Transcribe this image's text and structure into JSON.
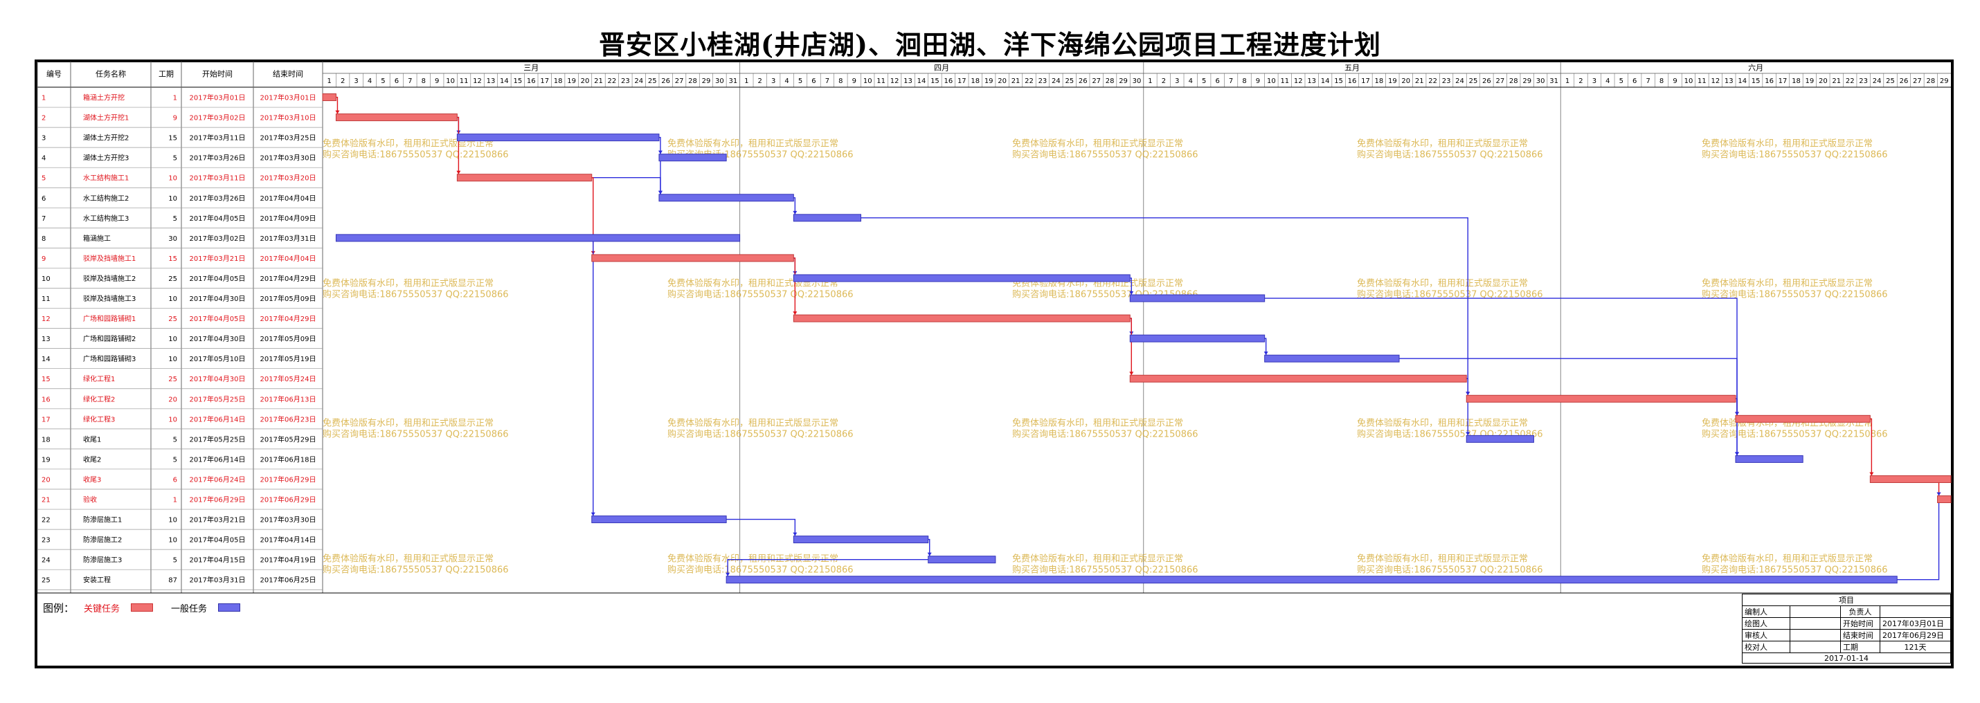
{
  "title": "晋安区小桂湖(井店湖)、洄田湖、洋下海绵公园项目工程进度计划",
  "headers": {
    "id": "编号",
    "name": "任务名称",
    "duration": "工期",
    "start": "开始时间",
    "end": "结束时间"
  },
  "months": [
    {
      "label": "三月",
      "days": 31
    },
    {
      "label": "四月",
      "days": 30
    },
    {
      "label": "五月",
      "days": 31
    },
    {
      "label": "六月",
      "days": 29
    }
  ],
  "tasks": [
    {
      "id": "1",
      "name": "箱涵土方开挖",
      "duration": "1",
      "start": "2017年03月01日",
      "end": "2017年03月01日",
      "s": 1,
      "d": 1,
      "critical": true
    },
    {
      "id": "2",
      "name": "湖体土方开挖1",
      "duration": "9",
      "start": "2017年03月02日",
      "end": "2017年03月10日",
      "s": 2,
      "d": 9,
      "critical": true
    },
    {
      "id": "3",
      "name": "湖体土方开挖2",
      "duration": "15",
      "start": "2017年03月11日",
      "end": "2017年03月25日",
      "s": 11,
      "d": 15,
      "critical": false
    },
    {
      "id": "4",
      "name": "湖体土方开挖3",
      "duration": "5",
      "start": "2017年03月26日",
      "end": "2017年03月30日",
      "s": 26,
      "d": 5,
      "critical": false
    },
    {
      "id": "5",
      "name": "水工结构施工1",
      "duration": "10",
      "start": "2017年03月11日",
      "end": "2017年03月20日",
      "s": 11,
      "d": 10,
      "critical": true
    },
    {
      "id": "6",
      "name": "水工结构施工2",
      "duration": "10",
      "start": "2017年03月26日",
      "end": "2017年04月04日",
      "s": 26,
      "d": 10,
      "critical": false
    },
    {
      "id": "7",
      "name": "水工结构施工3",
      "duration": "5",
      "start": "2017年04月05日",
      "end": "2017年04月09日",
      "s": 36,
      "d": 5,
      "critical": false
    },
    {
      "id": "8",
      "name": "箱涵施工",
      "duration": "30",
      "start": "2017年03月02日",
      "end": "2017年03月31日",
      "s": 2,
      "d": 30,
      "critical": false
    },
    {
      "id": "9",
      "name": "驳岸及挡墙施工1",
      "duration": "15",
      "start": "2017年03月21日",
      "end": "2017年04月04日",
      "s": 21,
      "d": 15,
      "critical": true
    },
    {
      "id": "10",
      "name": "驳岸及挡墙施工2",
      "duration": "25",
      "start": "2017年04月05日",
      "end": "2017年04月29日",
      "s": 36,
      "d": 25,
      "critical": false
    },
    {
      "id": "11",
      "name": "驳岸及挡墙施工3",
      "duration": "10",
      "start": "2017年04月30日",
      "end": "2017年05月09日",
      "s": 61,
      "d": 10,
      "critical": false
    },
    {
      "id": "12",
      "name": "广场和园路铺砌1",
      "duration": "25",
      "start": "2017年04月05日",
      "end": "2017年04月29日",
      "s": 36,
      "d": 25,
      "critical": true
    },
    {
      "id": "13",
      "name": "广场和园路铺砌2",
      "duration": "10",
      "start": "2017年04月30日",
      "end": "2017年05月09日",
      "s": 61,
      "d": 10,
      "critical": false
    },
    {
      "id": "14",
      "name": "广场和园路铺砌3",
      "duration": "10",
      "start": "2017年05月10日",
      "end": "2017年05月19日",
      "s": 71,
      "d": 10,
      "critical": false
    },
    {
      "id": "15",
      "name": "绿化工程1",
      "duration": "25",
      "start": "2017年04月30日",
      "end": "2017年05月24日",
      "s": 61,
      "d": 25,
      "critical": true
    },
    {
      "id": "16",
      "name": "绿化工程2",
      "duration": "20",
      "start": "2017年05月25日",
      "end": "2017年06月13日",
      "s": 86,
      "d": 20,
      "critical": true
    },
    {
      "id": "17",
      "name": "绿化工程3",
      "duration": "10",
      "start": "2017年06月14日",
      "end": "2017年06月23日",
      "s": 106,
      "d": 10,
      "critical": true
    },
    {
      "id": "18",
      "name": "收尾1",
      "duration": "5",
      "start": "2017年05月25日",
      "end": "2017年05月29日",
      "s": 86,
      "d": 5,
      "critical": false
    },
    {
      "id": "19",
      "name": "收尾2",
      "duration": "5",
      "start": "2017年06月14日",
      "end": "2017年06月18日",
      "s": 106,
      "d": 5,
      "critical": false
    },
    {
      "id": "20",
      "name": "收尾3",
      "duration": "6",
      "start": "2017年06月24日",
      "end": "2017年06月29日",
      "s": 116,
      "d": 6,
      "critical": true
    },
    {
      "id": "21",
      "name": "验收",
      "duration": "1",
      "start": "2017年06月29日",
      "end": "2017年06月29日",
      "s": 121,
      "d": 1,
      "critical": true
    },
    {
      "id": "22",
      "name": "防渗层施工1",
      "duration": "10",
      "start": "2017年03月21日",
      "end": "2017年03月30日",
      "s": 21,
      "d": 10,
      "critical": false
    },
    {
      "id": "23",
      "name": "防渗层施工2",
      "duration": "10",
      "start": "2017年04月05日",
      "end": "2017年04月14日",
      "s": 36,
      "d": 10,
      "critical": false
    },
    {
      "id": "24",
      "name": "防渗层施工3",
      "duration": "5",
      "start": "2017年04月15日",
      "end": "2017年04月19日",
      "s": 46,
      "d": 5,
      "critical": false
    },
    {
      "id": "25",
      "name": "安装工程",
      "duration": "87",
      "start": "2017年03月31日",
      "end": "2017年06月25日",
      "s": 31,
      "d": 87,
      "critical": false
    }
  ],
  "links": [
    [
      1,
      2
    ],
    [
      2,
      3
    ],
    [
      2,
      5
    ],
    [
      3,
      4
    ],
    [
      4,
      6
    ],
    [
      5,
      6
    ],
    [
      5,
      9
    ],
    [
      6,
      7
    ],
    [
      9,
      10
    ],
    [
      9,
      12
    ],
    [
      10,
      11
    ],
    [
      12,
      13
    ],
    [
      12,
      15
    ],
    [
      13,
      14
    ],
    [
      15,
      16
    ],
    [
      15,
      18
    ],
    [
      16,
      17
    ],
    [
      16,
      19
    ],
    [
      17,
      20
    ],
    [
      20,
      21
    ],
    [
      8,
      22
    ],
    [
      22,
      23
    ],
    [
      23,
      24
    ],
    [
      24,
      25
    ],
    [
      7,
      16
    ],
    [
      11,
      19
    ],
    [
      14,
      17
    ],
    [
      25,
      21
    ]
  ],
  "watermark": {
    "line1": "免费体验版有水印，租用和正式版显示正常",
    "line2": "购买咨询电话:18675550537 QQ:22150866"
  },
  "legend": {
    "label": "图例：",
    "critical": "关键任务",
    "normal": "一般任务"
  },
  "colors": {
    "critical_bar": "#f07070",
    "normal_bar": "#6b6bea",
    "critical_text": "#e0141c",
    "link": "#2b2bdc",
    "link_critical": "#e0141c",
    "watermark": "#d4a82e"
  },
  "info": {
    "title": "项目",
    "r1": [
      "编制人",
      "负责人",
      ""
    ],
    "r2": [
      "绘图人",
      "开始时间",
      "2017年03月01日"
    ],
    "r3": [
      "审核人",
      "结束时间",
      "2017年06月29日"
    ],
    "r4": [
      "校对人",
      "工期",
      "121天"
    ],
    "date": "2017-01-14"
  }
}
